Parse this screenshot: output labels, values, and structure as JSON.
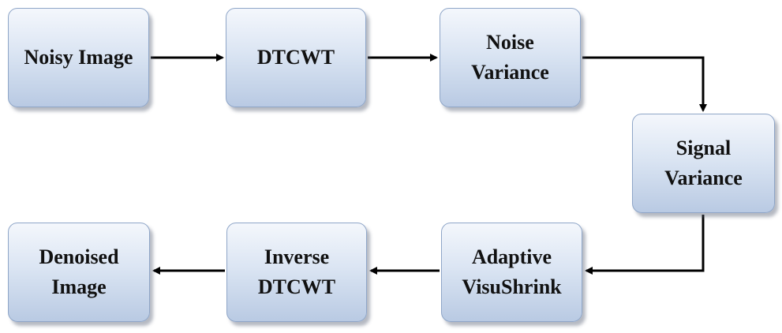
{
  "diagram": {
    "nodes": {
      "noisy_image": "Noisy Image",
      "dtcwt": "DTCWT",
      "noise_variance": "Noise\nVariance",
      "signal_variance": "Signal\nVariance",
      "adaptive_visushrink": "Adaptive\nVisuShrink",
      "inverse_dtcwt": "Inverse\nDTCWT",
      "denoised_image": "Denoised\nImage"
    },
    "edges": [
      {
        "from": "noisy_image",
        "to": "dtcwt"
      },
      {
        "from": "dtcwt",
        "to": "noise_variance"
      },
      {
        "from": "noise_variance",
        "to": "signal_variance"
      },
      {
        "from": "signal_variance",
        "to": "adaptive_visushrink"
      },
      {
        "from": "adaptive_visushrink",
        "to": "inverse_dtcwt"
      },
      {
        "from": "inverse_dtcwt",
        "to": "denoised_image"
      }
    ],
    "colors": {
      "box_fill_top": "#f4f7fc",
      "box_fill_bottom": "#b9cae3",
      "box_border": "#8fa6c8",
      "arrow": "#000000",
      "text": "#111111"
    }
  }
}
